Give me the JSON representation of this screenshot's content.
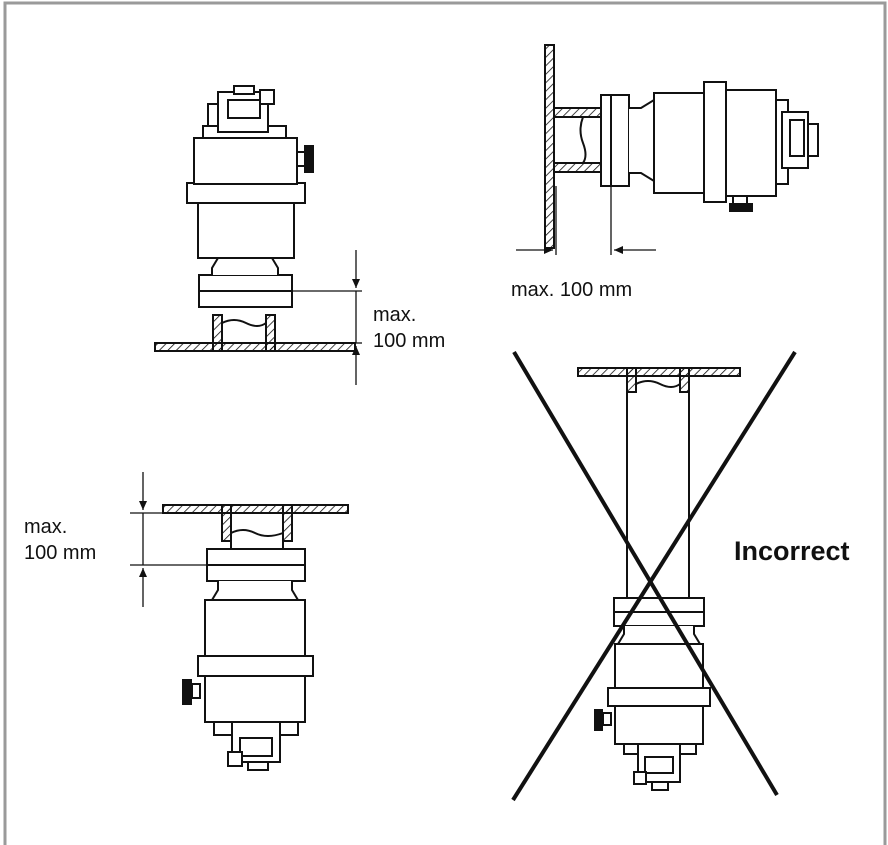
{
  "labels": {
    "top_left_line1": "max.",
    "top_left_line2": "100 mm",
    "top_right": "max. 100 mm",
    "bottom_left_line1": "max.",
    "bottom_left_line2": "100 mm",
    "incorrect": "Incorrect"
  },
  "colors": {
    "line": "#111111",
    "frame": "#9a9a9a",
    "background": "#ffffff"
  }
}
